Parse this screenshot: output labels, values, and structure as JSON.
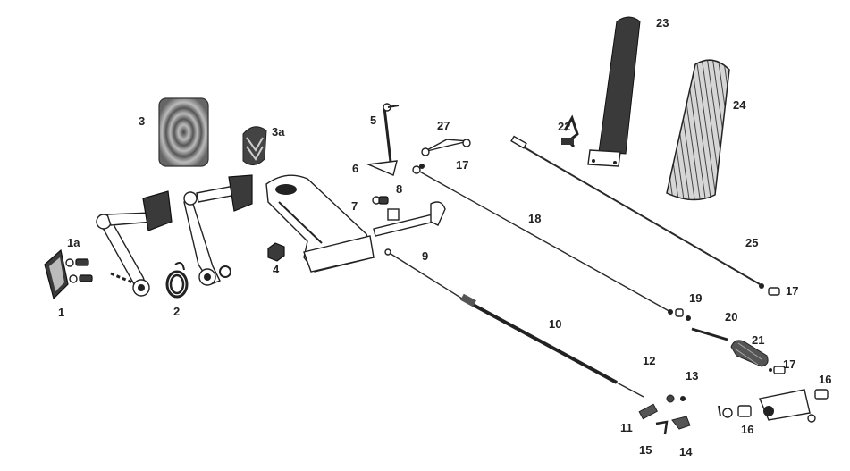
{
  "diagram": {
    "callouts": {
      "p1": "1",
      "p1a": "1a",
      "p2": "2",
      "p3": "3",
      "p3a": "3a",
      "p4": "4",
      "p5": "5",
      "p6": "6",
      "p7": "7",
      "p8": "8",
      "p9": "9",
      "p10": "10",
      "p11": "11",
      "p12": "12",
      "p13": "13",
      "p14": "14",
      "p15": "15",
      "p16a": "16",
      "p16b": "16",
      "p17a": "17",
      "p17b": "17",
      "p17c": "17",
      "p18": "18",
      "p19": "19",
      "p20": "20",
      "p21": "21",
      "p22": "22",
      "p23": "23",
      "p24": "24",
      "p25": "25",
      "p27": "27"
    },
    "colors": {
      "ink": "#2a2a2a",
      "pad": "#3a3a3a",
      "paper": "#ffffff"
    }
  }
}
